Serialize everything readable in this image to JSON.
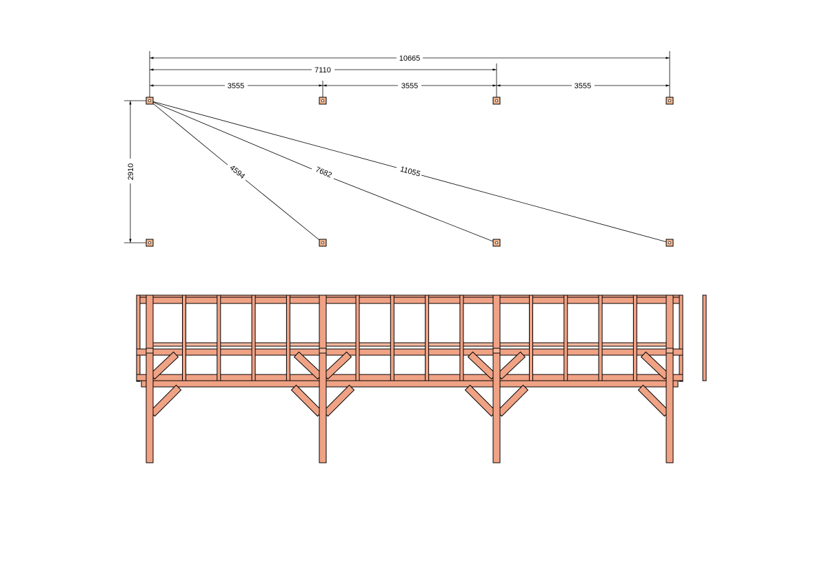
{
  "plan": {
    "span_labels": [
      "3555",
      "3555",
      "3555"
    ],
    "overall_7110": "7110",
    "overall_10665": "10665",
    "depth_label": "2910",
    "diagonal_labels": [
      "4594",
      "7682",
      "11055"
    ]
  },
  "colors": {
    "timber": "#f0a285",
    "timber_light": "#f4b89e",
    "post_plate": "#f3b58c",
    "line": "#000000"
  }
}
